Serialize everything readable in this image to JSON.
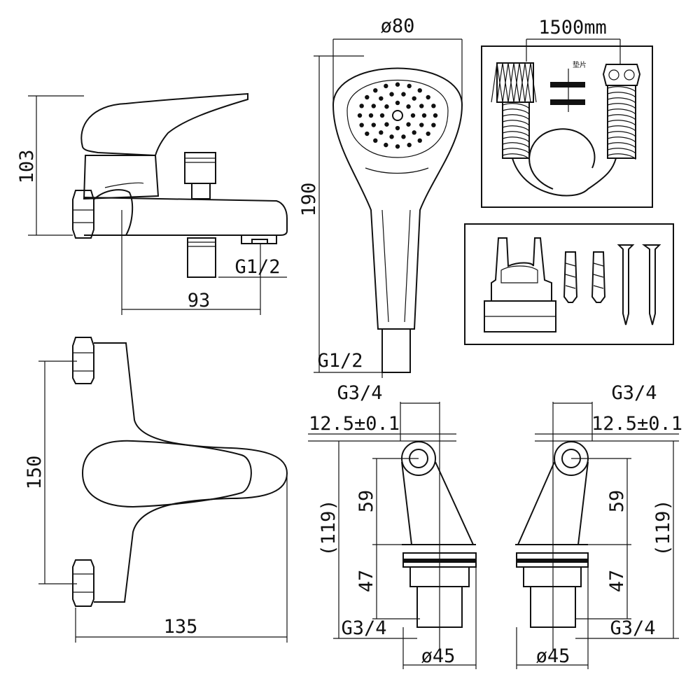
{
  "dimensions": {
    "side_view": {
      "height": "103",
      "spout_reach": "93",
      "spout_outlet": "G1/2"
    },
    "top_view": {
      "inlet_spacing": "150",
      "depth": "135"
    },
    "hand_shower": {
      "head_diameter": "ø80",
      "length": "190",
      "connection": "G1/2"
    },
    "hose": {
      "length": "1500mm",
      "washer_label": "垫片"
    },
    "left_eccentric": {
      "thread_top": "G3/4",
      "offset": "12.5±0.1",
      "overall": "(119)",
      "upper": "59",
      "lower": "47",
      "thread_bottom": "G3/4",
      "flange_diameter": "ø45"
    },
    "right_eccentric": {
      "thread_top": "G3/4",
      "offset": "12.5±0.1",
      "overall": "(119)",
      "upper": "59",
      "lower": "47",
      "thread_bottom": "G3/4",
      "flange_diameter": "ø45"
    }
  },
  "colors": {
    "line": "#111111",
    "background": "#ffffff"
  },
  "icons": {
    "hose": "shower-hose-icon",
    "holder": "shower-holder-icon",
    "anchors": "wall-anchor-icon",
    "screws": "screw-icon"
  }
}
